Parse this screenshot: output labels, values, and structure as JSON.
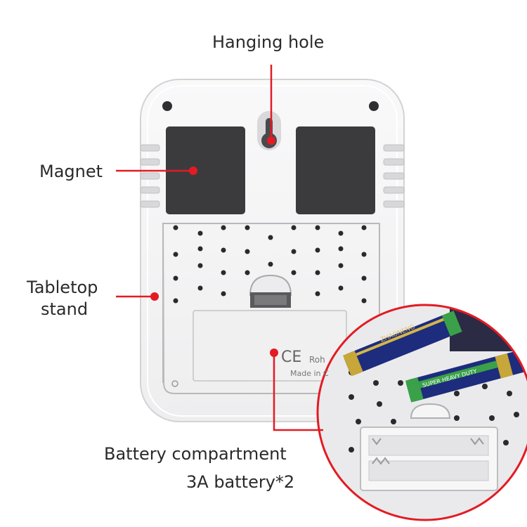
{
  "labels": {
    "hanging_hole": "Hanging hole",
    "magnet": "Magnet",
    "tabletop_stand_line1": "Tabletop",
    "tabletop_stand_line2": "stand",
    "battery_compartment": "Battery compartment",
    "battery_type": "3A battery*2"
  },
  "device_markings": {
    "ce_mark": "CE",
    "rohs": "Roh",
    "made_in": "Made in C"
  },
  "battery_brand": {
    "brand": "ZHAONENG",
    "type": "SUPER HEAVY DUTY"
  },
  "colors": {
    "accent_red": "#e31b23",
    "device_body": "#f4f4f5",
    "magnet_pad": "#3b3b3e",
    "battery_blue": "#1d2c7c"
  }
}
